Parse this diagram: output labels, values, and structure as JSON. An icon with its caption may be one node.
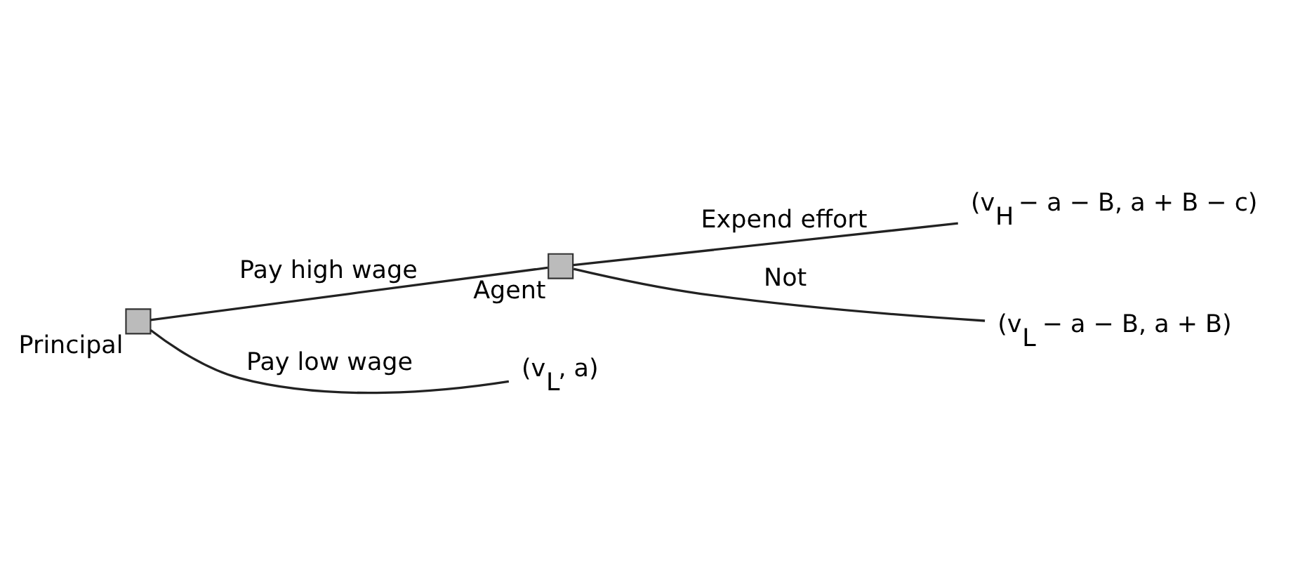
{
  "diagram": {
    "nodes": [
      {
        "text": [
          "Principal"
        ]
      },
      {
        "text": [
          "Agent"
        ]
      },
      {
        "text": [
          "(v$_{H}$ − a − B, a + B − c)"
        ]
      },
      {
        "text": [
          "(v$_{L}$ − a − B, a + B)"
        ]
      },
      {
        "text": [
          "(v$_{L}$, a)"
        ]
      }
    ],
    "edges": [
      {
        "from": 0,
        "to": 1,
        "arrow": "none",
        "label": "Pay high wage"
      },
      {
        "from": 0,
        "to": 4,
        "arrow": "none",
        "label": "Pay low wage"
      },
      {
        "from": 1,
        "to": 2,
        "arrow": "none",
        "label": "Expend effort"
      },
      {
        "from": 1,
        "to": 3,
        "arrow": "none",
        "label": "Not"
      }
    ]
  }
}
